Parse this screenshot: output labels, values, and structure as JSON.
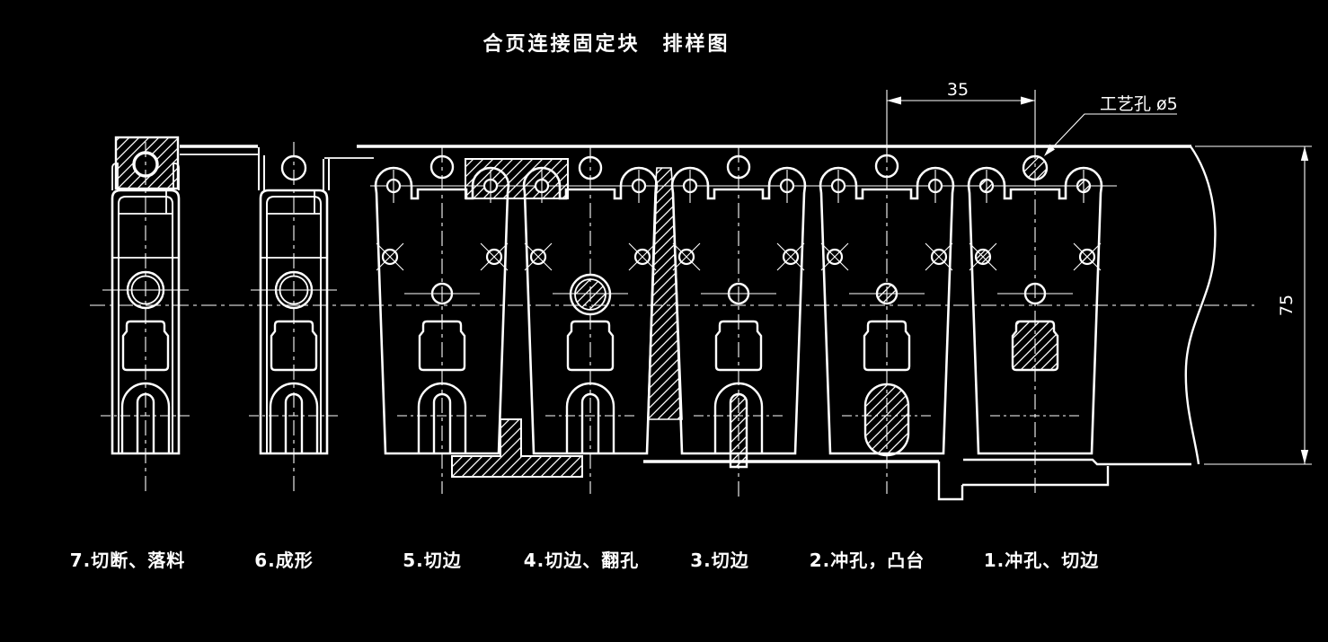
{
  "title": "合页连接固定块　排样图",
  "colors": {
    "background": "#000000",
    "line": "#ffffff"
  },
  "annotations": {
    "pitch_dimension": "35",
    "strip_width_dimension": "75",
    "process_hole_label": "工艺孔 ø5"
  },
  "stations": [
    {
      "number": "7",
      "operation": "切断、落料",
      "label": "7.切断、落料"
    },
    {
      "number": "6",
      "operation": "成形",
      "label": "6.成形"
    },
    {
      "number": "5",
      "operation": "切边",
      "label": "5.切边"
    },
    {
      "number": "4",
      "operation": "切边、翻孔",
      "label": "4.切边、翻孔"
    },
    {
      "number": "3",
      "operation": "切边",
      "label": "3.切边"
    },
    {
      "number": "2",
      "operation": "冲孔，凸台",
      "label": "2.冲孔，凸台"
    },
    {
      "number": "1",
      "operation": "冲孔、切边",
      "label": "1.冲孔、切边"
    }
  ]
}
